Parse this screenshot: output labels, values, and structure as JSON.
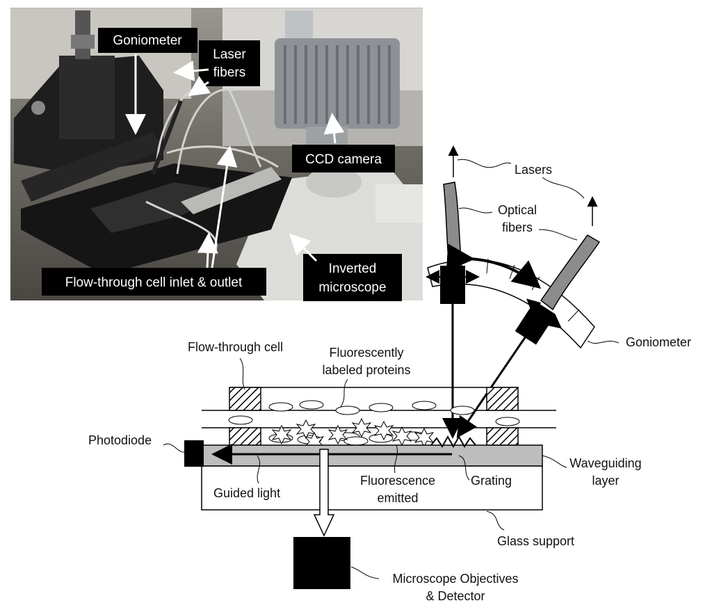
{
  "photo": {
    "labels": {
      "goniometer": "Goniometer",
      "laser_fibers_1": "Laser",
      "laser_fibers_2": "fibers",
      "ccd_camera": "CCD camera",
      "inverted_microscope_1": "Inverted",
      "inverted_microscope_2": "microscope",
      "flow_cell": "Flow-through cell inlet & outlet"
    }
  },
  "diagram": {
    "labels": {
      "lasers": "Lasers",
      "optical_fibers_1": "Optical",
      "optical_fibers_2": "fibers",
      "goniometer": "Goniometer",
      "flow_through_cell": "Flow-through cell",
      "fluorescent_proteins_1": "Fluorescently",
      "fluorescent_proteins_2": "labeled proteins",
      "photodiode": "Photodiode",
      "guided_light": "Guided light",
      "fluorescence_1": "Fluorescence",
      "fluorescence_2": "emitted",
      "grating": "Grating",
      "waveguiding_1": "Waveguiding",
      "waveguiding_2": "layer",
      "glass_support": "Glass support",
      "objectives_1": "Microscope Objectives",
      "objectives_2": "& Detector"
    }
  },
  "colors": {
    "photo_label_bg": "#000000",
    "photo_label_text": "#ffffff",
    "waveguide_fill": "#bdbdbd",
    "fiber_fill": "#8c8c8c"
  }
}
